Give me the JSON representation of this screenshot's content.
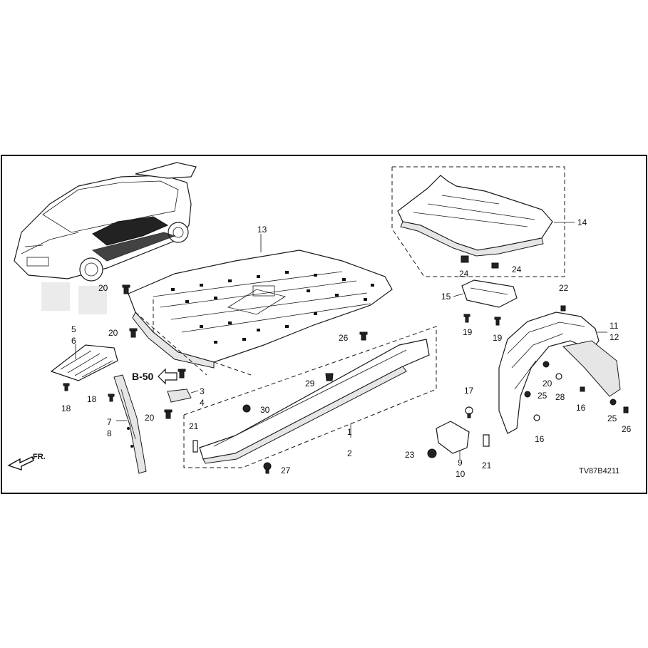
{
  "diagram": {
    "code": "TV87B4211",
    "reference": "B-50",
    "front_marker": "FR.",
    "callouts": {
      "c1": "1",
      "c2": "2",
      "c3": "3",
      "c4": "4",
      "c5": "5",
      "c6": "6",
      "c7": "7",
      "c8": "8",
      "c9": "9",
      "c10": "10",
      "c11": "11",
      "c12": "12",
      "c13": "13",
      "c14": "14",
      "c15": "15",
      "c16a": "16",
      "c16b": "16",
      "c17": "17",
      "c18a": "18",
      "c18b": "18",
      "c19a": "19",
      "c19b": "19",
      "c20a": "20",
      "c20b": "20",
      "c20c": "20",
      "c20d": "20",
      "c21a": "21",
      "c21b": "21",
      "c22": "22",
      "c23": "23",
      "c24a": "24",
      "c24b": "24",
      "c25a": "25",
      "c25b": "25",
      "c26a": "26",
      "c26b": "26",
      "c27": "27",
      "c28": "28",
      "c29": "29",
      "c30": "30"
    }
  }
}
